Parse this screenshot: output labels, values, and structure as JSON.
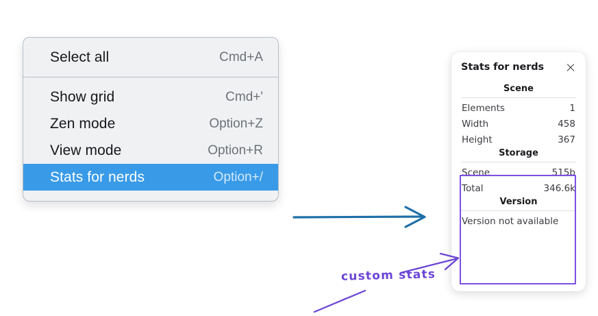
{
  "context_menu": {
    "groups": [
      {
        "items": [
          {
            "label": "Select all",
            "shortcut": "Cmd+A",
            "highlighted": false
          }
        ]
      },
      {
        "items": [
          {
            "label": "Show grid",
            "shortcut": "Cmd+'",
            "highlighted": false
          },
          {
            "label": "Zen mode",
            "shortcut": "Option+Z",
            "highlighted": false
          },
          {
            "label": "View mode",
            "shortcut": "Option+R",
            "highlighted": false
          },
          {
            "label": "Stats for nerds",
            "shortcut": "Option+/",
            "highlighted": true
          }
        ]
      }
    ],
    "items": [
      {
        "label": "Select all",
        "shortcut": "Cmd+A"
      },
      {
        "label": "Show grid",
        "shortcut": "Cmd+'"
      },
      {
        "label": "Zen mode",
        "shortcut": "Option+Z"
      },
      {
        "label": "View mode",
        "shortcut": "Option+R"
      },
      {
        "label": "Stats for nerds",
        "shortcut": "Option+/"
      }
    ],
    "highlight_color": "#399BE8",
    "background_color": "#F0F1F3"
  },
  "stats_panel": {
    "title": "Stats for nerds",
    "close_icon": "close-icon",
    "sections": [
      {
        "heading": "Scene",
        "rows": [
          {
            "key": "Elements",
            "value": "1"
          },
          {
            "key": "Width",
            "value": "458"
          },
          {
            "key": "Height",
            "value": "367"
          }
        ]
      },
      {
        "heading": "Storage",
        "rows": [
          {
            "key": "Scene",
            "value": "515b"
          },
          {
            "key": "Total",
            "value": "346.6k"
          }
        ]
      },
      {
        "heading": "Version",
        "rows": [
          {
            "key": "Version not available",
            "value": ""
          }
        ]
      }
    ]
  },
  "annotations": {
    "handwritten_label": "custom stats",
    "arrow_color_blue": "#1F6FA8",
    "annotation_color_purple": "#6B45D6",
    "highlight_box_color": "#7B4FE3"
  }
}
